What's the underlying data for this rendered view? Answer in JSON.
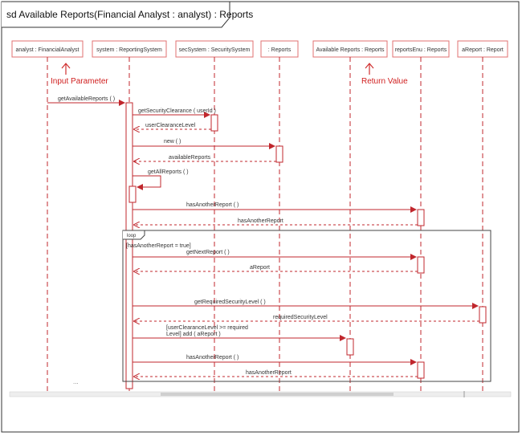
{
  "frame_title": "sd Available Reports(Financial Analyst : analyst) : Reports",
  "lifelines": [
    {
      "label": "analyst : FinancialAnalyst"
    },
    {
      "label": "system : ReportingSystem"
    },
    {
      "label": "secSystem : SecuritySystem"
    },
    {
      "label": ": Reports"
    },
    {
      "label": "Available Reports : Reports"
    },
    {
      "label": "reportsEnu : Reports"
    },
    {
      "label": "aReport : Report"
    }
  ],
  "annotations": {
    "input_parameter": "Input Parameter",
    "return_value": "Return Value"
  },
  "messages": [
    {
      "label": "getAvailableReports ( )"
    },
    {
      "label": "getSecurityClearance ( userId )"
    },
    {
      "label": "userClearanceLevel"
    },
    {
      "label": "new ( )"
    },
    {
      "label": "availableReports"
    },
    {
      "label": "getAllReports ( )"
    },
    {
      "label": "hasAnotherReport ( )"
    },
    {
      "label": "hasAnotherReport"
    },
    {
      "label": "getNextReport ( )"
    },
    {
      "label": "aReport"
    },
    {
      "label": "getRequiredSecurityLevel ( )"
    },
    {
      "label": "requiredSecurityLevel"
    },
    {
      "label": "[userClearanceLevel >= required"
    },
    {
      "label": "Level] add ( aReport )"
    },
    {
      "label": "hasAnotherReport ( )"
    },
    {
      "label": "hasAnotherReport"
    }
  ],
  "loop": {
    "keyword": "loop",
    "guard": "[hasAnotherReport = true]",
    "ellipsis": "..."
  },
  "colors": {
    "lifeline": "#c0272d",
    "box_border": "#e07070",
    "frame": "#333333"
  }
}
